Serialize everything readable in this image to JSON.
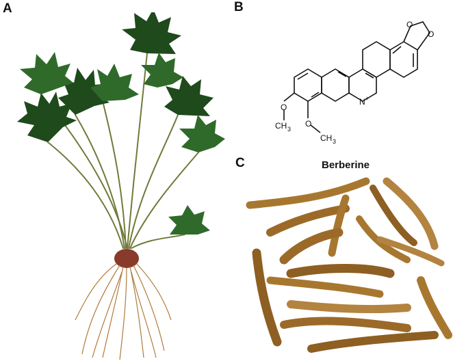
{
  "panels": {
    "a": {
      "letter": "A"
    },
    "b": {
      "letter": "B",
      "atoms": {
        "o_top_left": "O",
        "o_top_right": "O",
        "n_plus": "N",
        "charge": "+",
        "o_methoxy_1": "O",
        "ch3_1": "CH",
        "ch3_1_sub": "3",
        "o_methoxy_2": "O",
        "ch3_2": "CH",
        "ch3_2_sub": "3"
      }
    },
    "c": {
      "letter": "C",
      "caption": "Berberine"
    }
  },
  "colors": {
    "leaf_dark": "#1f4a1c",
    "leaf_mid": "#2f6a2a",
    "stem": "#6f7a3a",
    "root": "#b07a3a",
    "root_dark": "#7a4f22",
    "bond": "#111111"
  },
  "icons": [
    "plant-illustration",
    "structure-diagram",
    "root-photo"
  ]
}
